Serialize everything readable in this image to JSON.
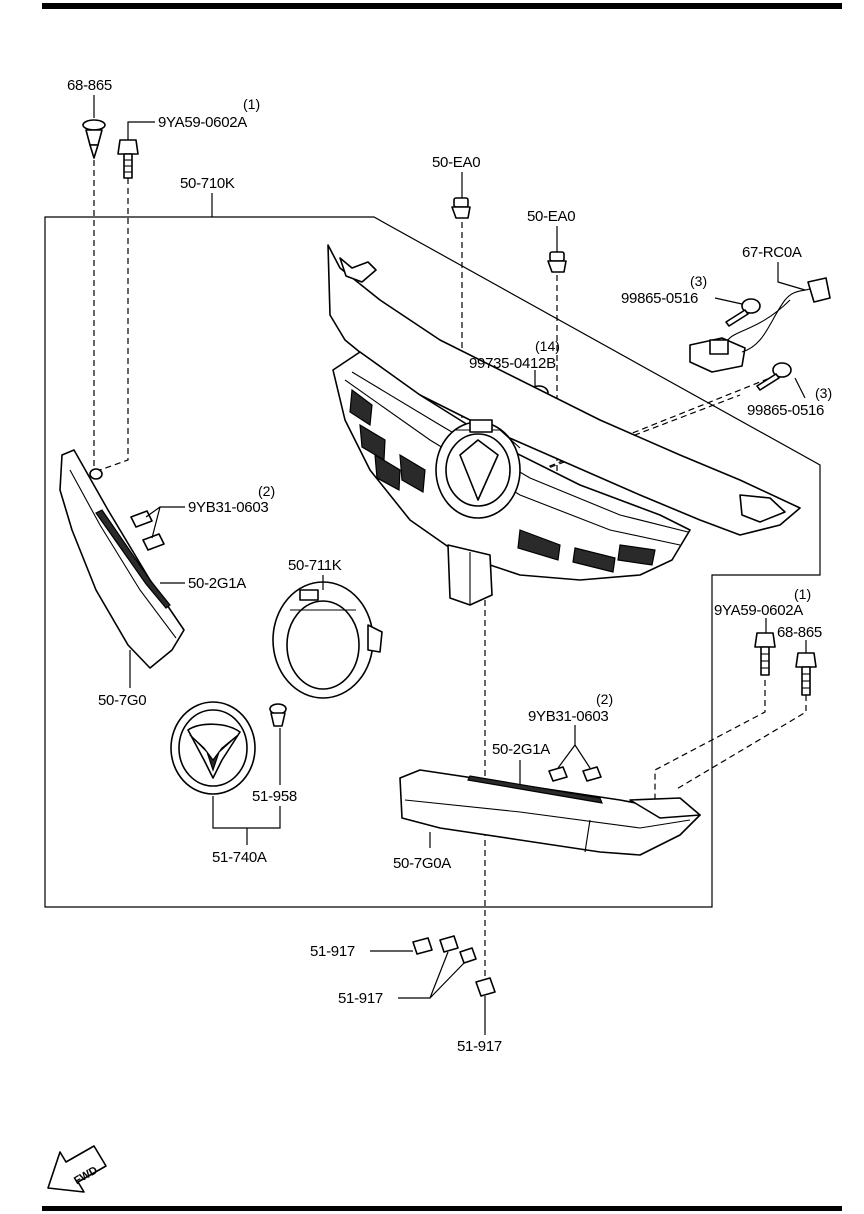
{
  "labels": {
    "p68_865_top": "68-865",
    "p9ya59_top": "9YA59-0602A",
    "q9ya59_top": "(1)",
    "p50_710k": "50-710K",
    "p50_ea0_a": "50-EA0",
    "p50_ea0_b": "50-EA0",
    "p67_rc0a": "67-RC0A",
    "q99865_a": "(3)",
    "p99865_a": "99865-0516",
    "q99735": "(14)",
    "p99735": "99735-0412B",
    "q99865_b": "(3)",
    "p99865_b": "99865-0516",
    "q9yb31_left": "(2)",
    "p9yb31_left": "9YB31-0603",
    "p50_2g1a_left": "50-2G1A",
    "p50_711k": "50-711K",
    "p50_7g0": "50-7G0",
    "q9ya59_right": "(1)",
    "p9ya59_right": "9YA59-0602A",
    "p68_865_right": "68-865",
    "q9yb31_right": "(2)",
    "p9yb31_right": "9YB31-0603",
    "p50_2g1a_right": "50-2G1A",
    "p51_958": "51-958",
    "p51_740a": "51-740A",
    "p50_7g0a": "50-7G0A",
    "p51_917_a": "51-917",
    "p51_917_b": "51-917",
    "p51_917_c": "51-917",
    "fwd": "FWD"
  }
}
